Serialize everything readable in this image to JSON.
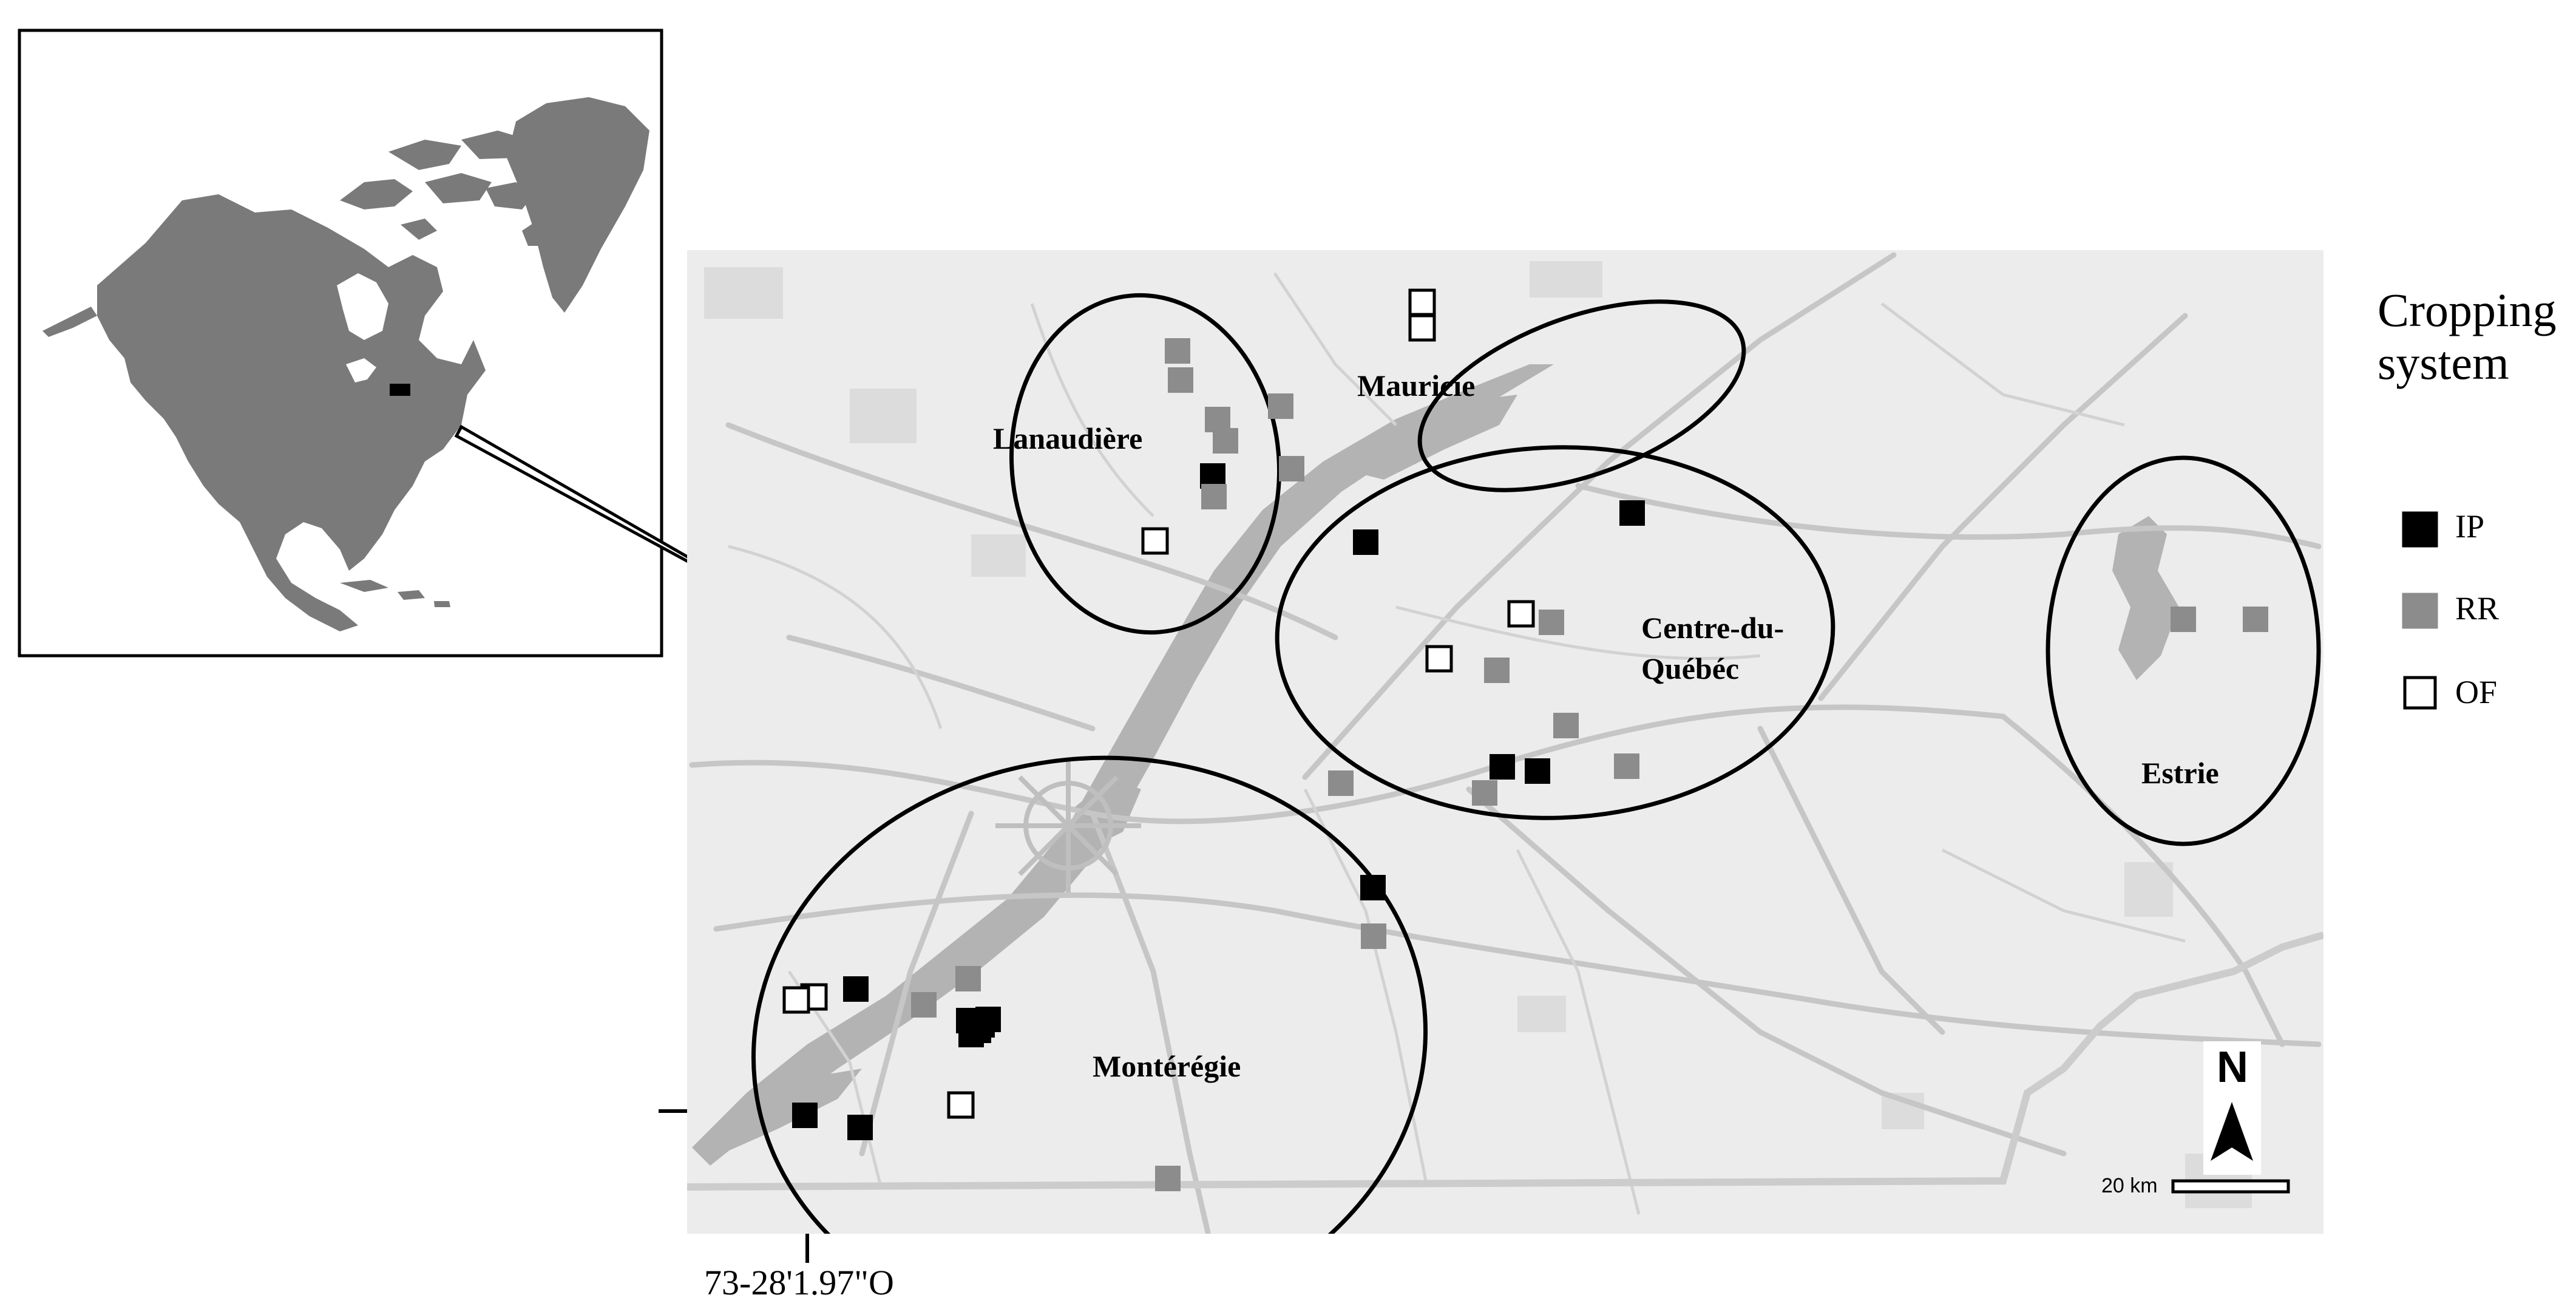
{
  "inset_map": {
    "locator_marker": "black-square"
  },
  "regions": [
    {
      "name": "Lanaudière"
    },
    {
      "name": "Mauricie"
    },
    {
      "name": "Centre-du-",
      "name_line2": "Québéc"
    },
    {
      "name": "Estrie"
    },
    {
      "name": "Montérégie"
    }
  ],
  "legend": {
    "title_line1": "Cropping",
    "title_line2": "system",
    "items": [
      {
        "label": "IP",
        "color": "#000000",
        "outline": "#000000"
      },
      {
        "label": "RR",
        "color": "#8c8c8c",
        "outline": "#8c8c8c"
      },
      {
        "label": "OF",
        "color": "#ffffff",
        "outline": "#000000"
      }
    ]
  },
  "coordinate": {
    "label": "73-28'1.97\"O"
  },
  "scale_bar": {
    "label": "20 km"
  },
  "north_arrow": {
    "label": "N"
  },
  "sites": {
    "IP": 15,
    "RR": 19,
    "OF": 8
  },
  "colors": {
    "map_background": "#ececec",
    "road": "#c6c6c6",
    "water": "#b3b3b3",
    "land_inset": "#7a7a7a"
  }
}
